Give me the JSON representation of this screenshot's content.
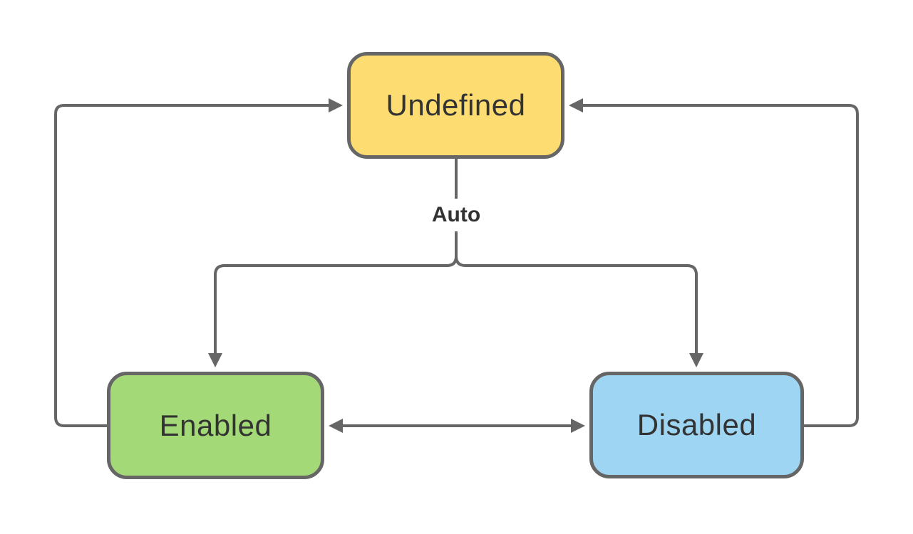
{
  "diagram": {
    "type": "state-diagram",
    "background_color": "#ffffff",
    "line_color": "#666666",
    "text_color": "#333333",
    "nodes": [
      {
        "id": "undefined",
        "label": "Undefined",
        "fill": "#FDDD72",
        "border": "#666666",
        "shape": "rounded-rectangle"
      },
      {
        "id": "enabled",
        "label": "Enabled",
        "fill": "#A3D977",
        "border": "#666666",
        "shape": "rounded-rectangle"
      },
      {
        "id": "disabled",
        "label": "Disabled",
        "fill": "#9DD5F2",
        "border": "#666666",
        "shape": "rounded-rectangle"
      }
    ],
    "edges": [
      {
        "from": "Undefined",
        "to": "Enabled",
        "label": "Auto",
        "note": "branch of shared Auto transition, arrow into top of Enabled"
      },
      {
        "from": "Undefined",
        "to": "Disabled",
        "label": "Auto",
        "note": "branch of shared Auto transition, arrow into top of Disabled"
      },
      {
        "from": "Enabled",
        "to": "Undefined",
        "label": "",
        "note": "loop around left side, arrow into left of Undefined"
      },
      {
        "from": "Disabled",
        "to": "Undefined",
        "label": "",
        "note": "loop around right side, arrow into right of Undefined"
      },
      {
        "from": "Enabled",
        "to": "Disabled",
        "label": "",
        "bidirectional": true,
        "note": "double-headed horizontal arrow between Enabled and Disabled"
      }
    ],
    "edge_label": "Auto"
  }
}
